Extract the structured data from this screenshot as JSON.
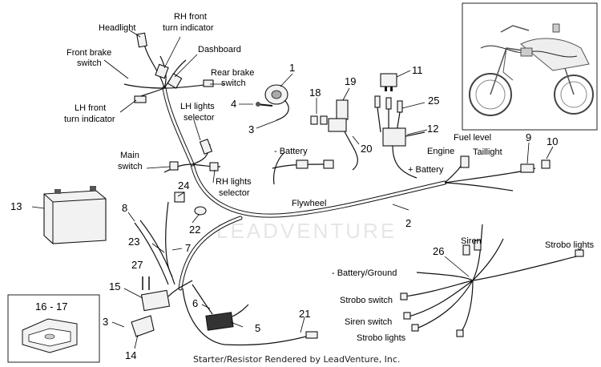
{
  "labels": {
    "headlight": "Headlight",
    "rh_front_turn_1": "RH front",
    "rh_front_turn_2": "turn indicator",
    "front_brake_1": "Front brake",
    "front_brake_2": "switch",
    "dashboard": "Dashboard",
    "rear_brake_1": "Rear brake",
    "rear_brake_2": "switch",
    "lh_front_turn_1": "LH front",
    "lh_front_turn_2": "turn indicator",
    "lh_lights_1": "LH lights",
    "lh_lights_2": "selector",
    "main_switch_1": "Main",
    "main_switch_2": "switch",
    "rh_lights_1": "RH lights",
    "rh_lights_2": "selector",
    "minus_battery": "- Battery",
    "flywheel": "Flywheel",
    "engine": "Engine",
    "plus_battery": "+ Battery",
    "fuel_level": "Fuel level",
    "taillight": "Taillight",
    "siren": "Siren",
    "strobo_lights_top": "Strobo lights",
    "battery_ground": "- Battery/Ground",
    "strobo_switch": "Strobo switch",
    "siren_switch": "Siren switch",
    "strobo_lights_bottom": "Strobo lights"
  },
  "numbers": {
    "n1": "1",
    "n2": "2",
    "n3a": "3",
    "n3b": "3",
    "n4": "4",
    "n5": "5",
    "n6": "6",
    "n7": "7",
    "n8": "8",
    "n9": "9",
    "n10": "10",
    "n11": "11",
    "n12": "12",
    "n13": "13",
    "n14": "14",
    "n15": "15",
    "n16_17": "16 - 17",
    "n18": "18",
    "n19": "19",
    "n20": "20",
    "n21": "21",
    "n22": "22",
    "n23": "23",
    "n24": "24",
    "n25": "25",
    "n26": "26",
    "n27": "27"
  },
  "watermark": "LEADVENTURE",
  "footer": "Starter/Resistor Rendered by LeadVenture, Inc."
}
